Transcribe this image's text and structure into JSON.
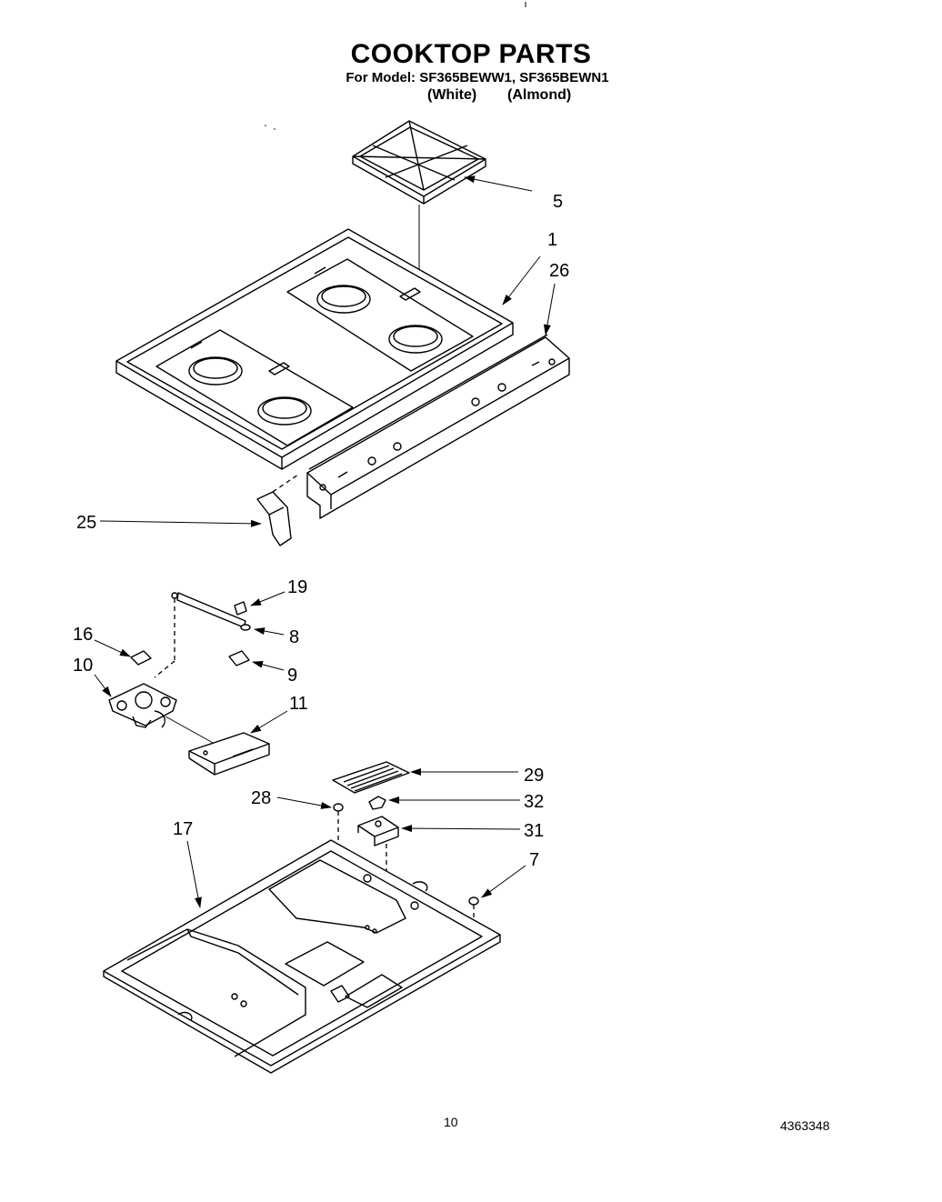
{
  "header": {
    "title": "COOKTOP PARTS",
    "model_line": "For Model: SF365BEWW1, SF365BEWN1",
    "color_1": "(White)",
    "color_2": "(Almond)"
  },
  "callouts": {
    "c5": "5",
    "c1": "1",
    "c26": "26",
    "c25": "25",
    "c19": "19",
    "c8": "8",
    "c16": "16",
    "c10": "10",
    "c9": "9",
    "c11": "11",
    "c29": "29",
    "c28": "28",
    "c32": "32",
    "c17": "17",
    "c31": "31",
    "c7": "7"
  },
  "footer": {
    "page_number": "10",
    "document_number": "4363348"
  }
}
